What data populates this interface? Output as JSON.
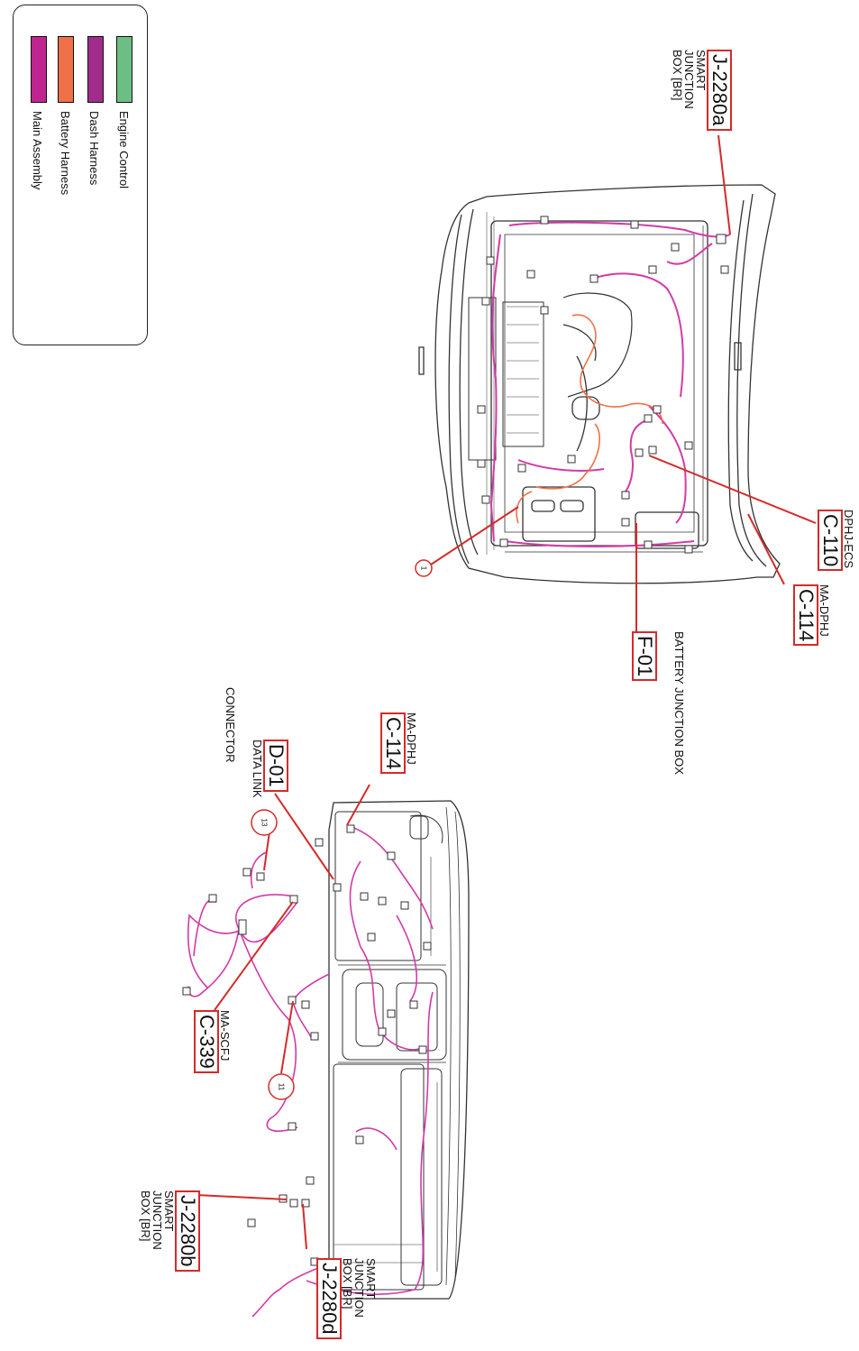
{
  "legend": {
    "items": [
      {
        "label": "Engine Control",
        "color": "#6cbf84"
      },
      {
        "label": "Dash Harness",
        "color": "#a02d8c"
      },
      {
        "label": "Battery Harness",
        "color": "#f07048"
      },
      {
        "label": "Main Assembly",
        "color": "#c0258f"
      }
    ]
  },
  "colors": {
    "callout_red": "#d42b2b",
    "main_wire": "#d23aa8",
    "battery_wire": "#f07048",
    "outline": "#333333"
  },
  "components": {
    "j2280a": {
      "id": "J-2280a",
      "desc": [
        "SMART",
        "JUNCTION",
        "BOX [BR]"
      ]
    },
    "c110": {
      "id": "C-110",
      "desc": [
        "DPHJ-ECS"
      ]
    },
    "c114_top": {
      "id": "C-114",
      "desc": [
        "MA-DPHJ"
      ]
    },
    "f01": {
      "id": "F-01",
      "desc": [
        "BATTERY JUNCTION BOX"
      ]
    },
    "c114_bottom": {
      "id": "C-114",
      "desc": [
        "MA-DPHJ"
      ]
    },
    "d01": {
      "id": "D-01",
      "desc": [
        "DATA LINK",
        "CONNECTOR"
      ]
    },
    "c339": {
      "id": "C-339",
      "desc": [
        "MA-SCFJ"
      ]
    },
    "j2280b": {
      "id": "J-2280b",
      "desc": [
        "SMART",
        "JUNCTION",
        "BOX [BR]"
      ]
    },
    "j2280d": {
      "id": "J-2280d",
      "desc": [
        "SMART",
        "JUNCTION",
        "BOX [BR]"
      ]
    }
  },
  "callouts": {
    "one": "1",
    "thirteen": "13",
    "eleven": "11"
  }
}
